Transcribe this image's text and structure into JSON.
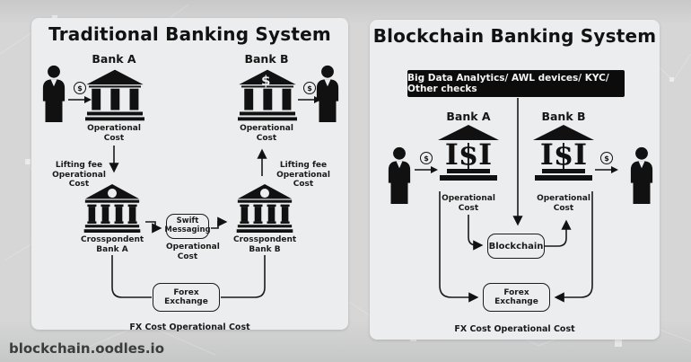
{
  "watermark": "blockchain.oodles.io",
  "glyphs": {
    "currency": "$",
    "bank_columns": "I$I"
  },
  "colors": {
    "background": "#d4d4d4",
    "panel": "#ecedee",
    "ink": "#121212",
    "banner_bg": "#0c0c0c",
    "banner_text": "#f5f5f5"
  },
  "traditional": {
    "title": "Traditional Banking System",
    "bank_a_label": "Bank A",
    "bank_b_label": "Bank B",
    "bank_a_cost": "Operational\nCost",
    "bank_b_cost": "Operational\nCost",
    "lifting_fee_left": "Lifting fee\nOperational Cost",
    "lifting_fee_right": "Lifting fee\nOperational Cost",
    "crosspondent_a_label": "Crosspondent\nBank A",
    "crosspondent_b_label": "Crosspondent\nBank B",
    "swift_label": "Swift\nMessaging",
    "swift_cost": "Operational\nCost",
    "forex_label": "Forex Exchange",
    "fx_cost_label": "FX  Cost Operational Cost"
  },
  "blockchain": {
    "title": "Blockchain Banking System",
    "banner": "Big Data Analytics/ AWL devices/ KYC/ Other checks",
    "bank_a_label": "Bank A",
    "bank_b_label": "Bank B",
    "bank_a_cost": "Operational\nCost",
    "bank_b_cost": "Operational\nCost",
    "blockchain_label": "Blockchain",
    "forex_label": "Forex Exchange",
    "fx_cost_label": "FX  Cost Operational Cost"
  }
}
